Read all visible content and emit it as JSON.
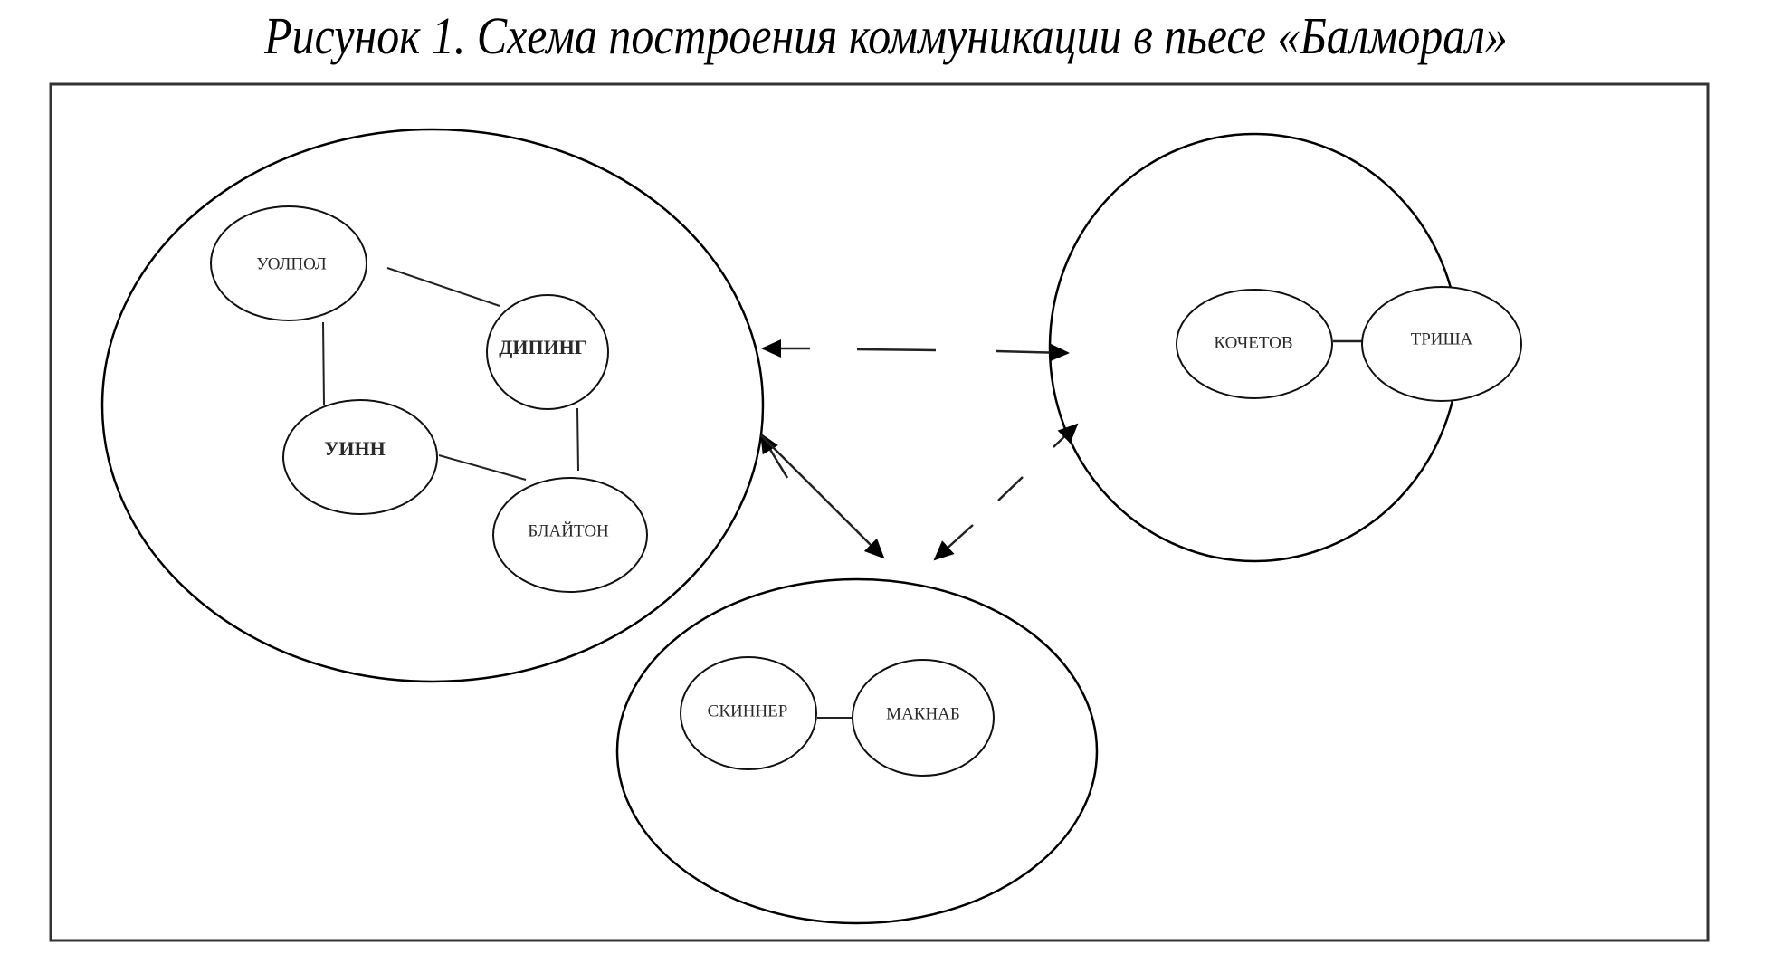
{
  "title": "Рисунок 1. Схема построения коммуникации в пьесе «Балморал»",
  "groups": [
    {
      "id": "left",
      "characters": [
        "УОЛПОЛ",
        "ДИПИНГ",
        "УИНН",
        "БЛАЙТОН"
      ],
      "links": [
        [
          "УОЛПОЛ",
          "ДИПИНГ"
        ],
        [
          "УОЛПОЛ",
          "УИНН"
        ],
        [
          "ДИПИНГ",
          "БЛАЙТОН"
        ],
        [
          "УИНН",
          "БЛАЙТОН"
        ]
      ]
    },
    {
      "id": "right",
      "characters": [
        "КОЧЕТОВ",
        "ТРИША"
      ],
      "links": [
        [
          "КОЧЕТОВ",
          "ТРИША"
        ]
      ]
    },
    {
      "id": "bottom",
      "characters": [
        "СКИННЕР",
        "МАКНАБ"
      ],
      "links": [
        [
          "СКИННЕР",
          "МАКНАБ"
        ]
      ]
    }
  ],
  "group_connections": [
    {
      "from": "left",
      "to": "right",
      "style": "dashed",
      "direction": "both"
    },
    {
      "from": "left",
      "to": "bottom",
      "style": "solid",
      "direction": "both"
    },
    {
      "from": "right",
      "to": "bottom",
      "style": "dashed",
      "direction": "both"
    }
  ],
  "colors": {
    "stroke": "#000000",
    "background": "#ffffff",
    "frame": "#333333"
  }
}
